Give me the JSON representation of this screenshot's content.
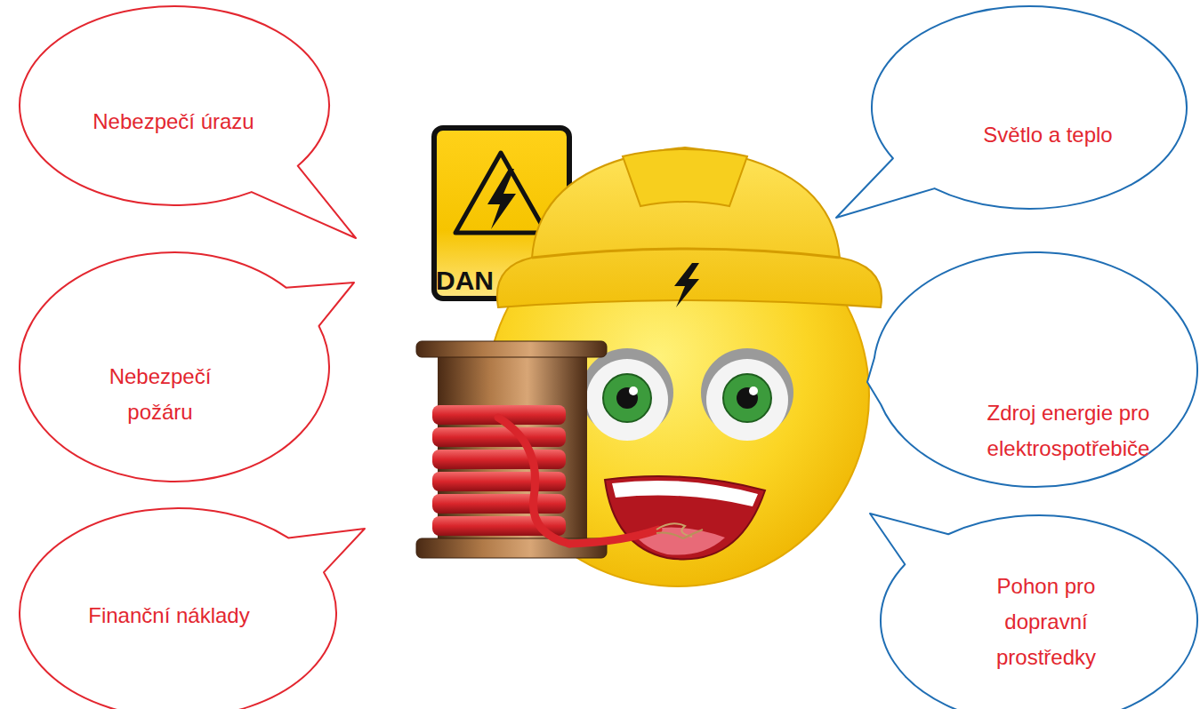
{
  "diagram": {
    "nodes": [
      {
        "text": [
          "Nebezpečí úrazu"
        ]
      },
      {
        "text": [
          "Světlo a teplo"
        ]
      },
      {
        "text": [
          "Nebezpečí požáru"
        ]
      },
      {
        "text": [
          "Zdroj energie pro elektrospotřebiče"
        ]
      },
      {
        "text": [
          "Finanční náklady"
        ]
      },
      {
        "text": [
          "Pohon pro dopravní prostředky"
        ]
      }
    ],
    "labels": [
      "DAN"
    ]
  }
}
